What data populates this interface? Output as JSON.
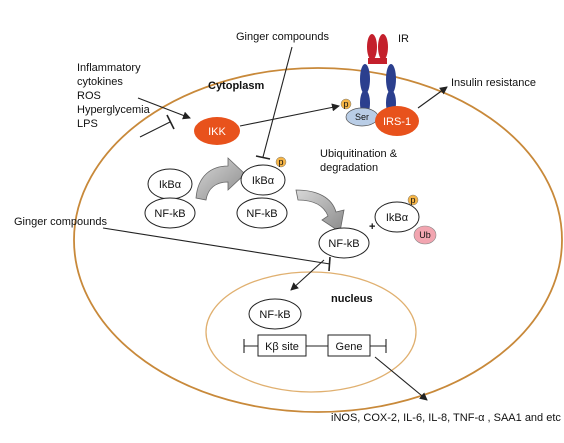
{
  "labels": {
    "ginger_top": "Ginger compounds",
    "ginger_left": "Ginger compounds",
    "ir": "IR",
    "insulin_resistance": "Insulin resistance",
    "stimuli": [
      "Inflammatory",
      "cytokines",
      "ROS",
      "Hyperglycemia",
      "LPS"
    ],
    "cytoplasm": "Cytoplasm",
    "ikk": "IKK",
    "ser": "Ser",
    "p": "p",
    "irs1": "IRS-1",
    "ubiq": [
      "Ubiquitination &",
      "degradation"
    ],
    "ikba": "IkBα",
    "nfkb": "NF-kB",
    "ub": "Ub",
    "plus": "+",
    "nucleus": "nucleus",
    "kb_site": "Kβ site",
    "gene": "Gene",
    "outputs": "iNOS, COX-2, IL-6, IL-8, TNF-α , SAA1 and etc"
  },
  "colors": {
    "cell_border": "#c8893a",
    "nucleus_border": "#e0b070",
    "ikk_fill": "#e8521c",
    "irs_fill": "#e8521c",
    "ir_red": "#c4202c",
    "ir_blue": "#2b3f8e",
    "ser_fill": "#b9cde6",
    "p_fill": "#f5b547",
    "ub_fill": "#f2a5b0",
    "process_arrow": "#9a9a9a"
  }
}
